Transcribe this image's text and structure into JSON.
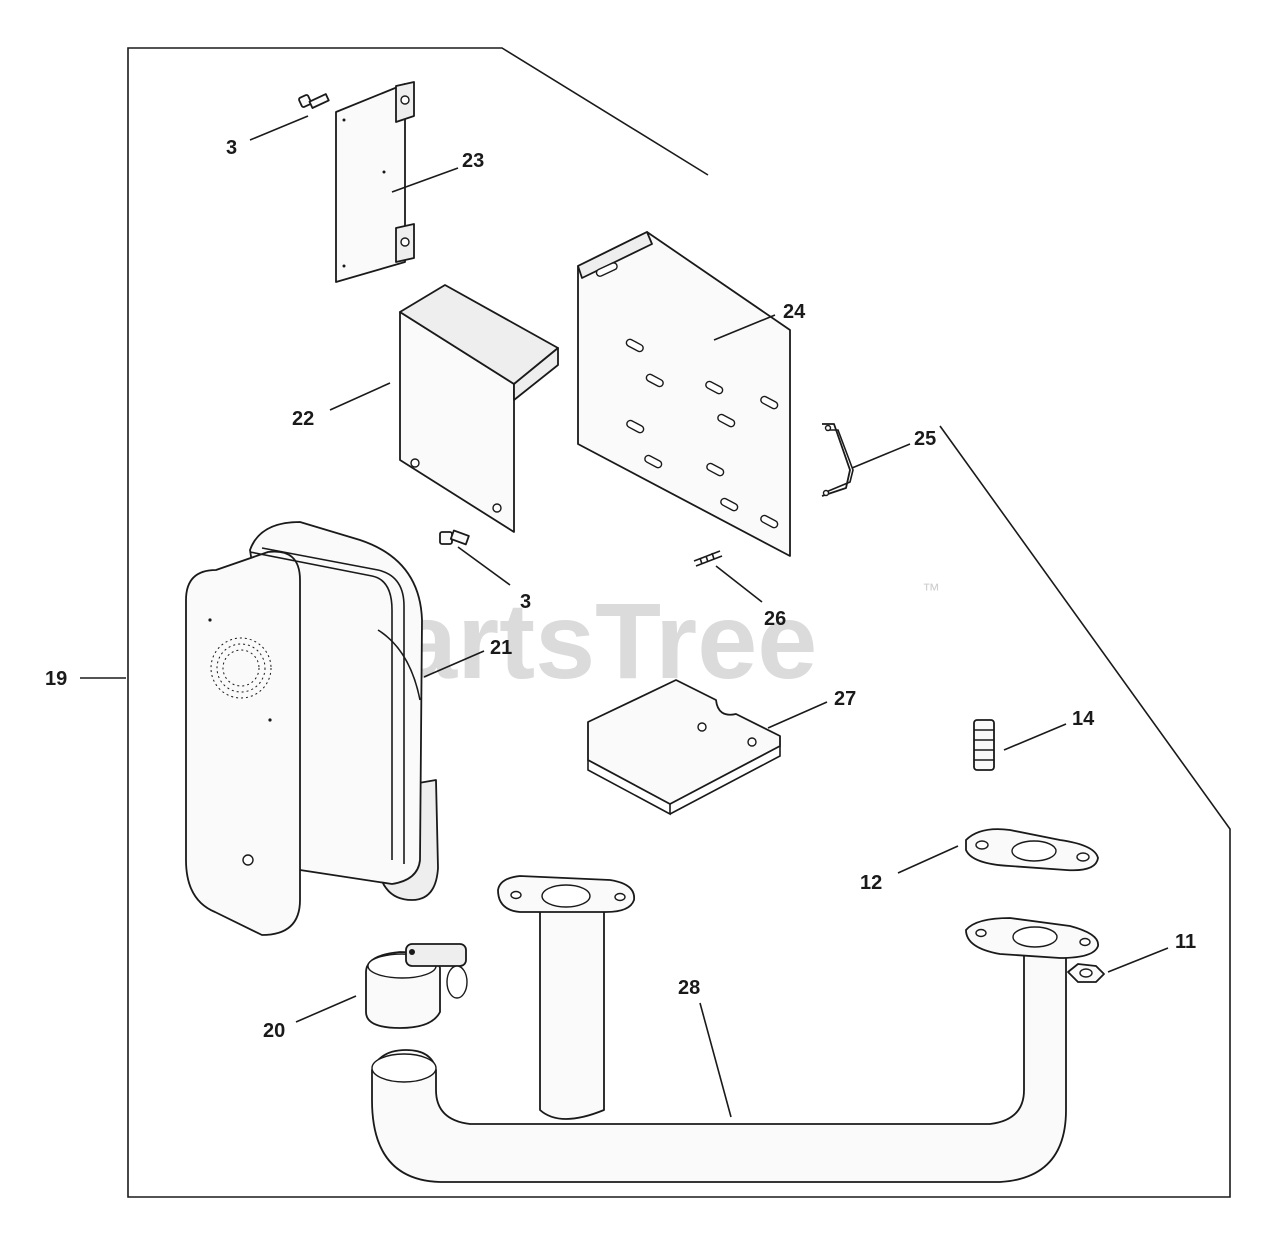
{
  "watermark": {
    "text": "PartsTree",
    "trademark": "™"
  },
  "callouts": {
    "c3a": "3",
    "c23": "23",
    "c24": "24",
    "c22": "22",
    "c25": "25",
    "c3b": "3",
    "c26": "26",
    "c19": "19",
    "c21": "21",
    "c27": "27",
    "c14": "14",
    "c12": "12",
    "c11": "11",
    "c28": "28",
    "c20": "20"
  }
}
